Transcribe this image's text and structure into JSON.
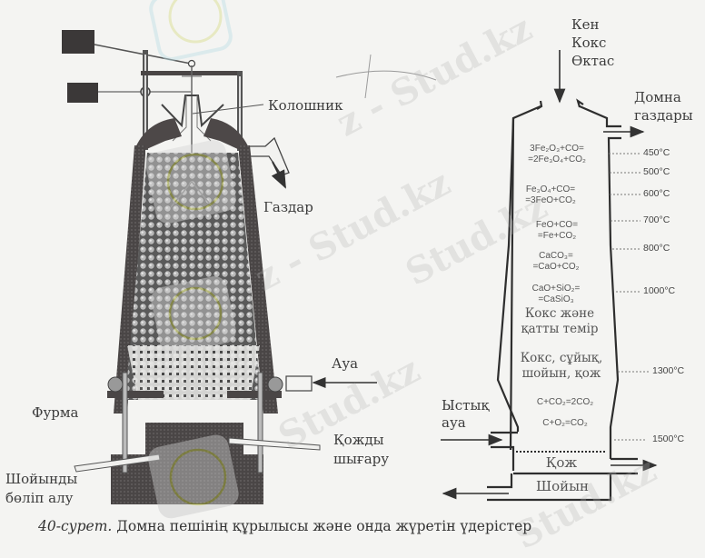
{
  "figure": {
    "caption_number": "40-сурет.",
    "caption_text": " Домна пешінің құрылысы және онда жүретін үдерістер"
  },
  "left_diagram": {
    "title": "Blast furnace construction",
    "labels": {
      "koloshnik": "Колошник",
      "gazdar": "Газдар",
      "aua": "Ауа",
      "furma": "Фурма",
      "kozhdy_line1": "Қожды",
      "kozhdy_line2": "шығару",
      "shoiyndy_line1": "Шойынды",
      "shoiyndy_line2": "бөліп алу"
    }
  },
  "right_diagram": {
    "input_labels": [
      "Кен",
      "Кокс",
      "Өктас"
    ],
    "gas_out_line1": "Домна",
    "gas_out_line2": "газдары",
    "hot_air_line1": "Ыстық",
    "hot_air_line2": "ауа",
    "reactions": [
      {
        "line1": "3Fe₂O₃+CO=",
        "line2": "=2Fe₃O₄+CO₂"
      },
      {
        "line1": "Fe₃O₄+CO=",
        "line2": "=3FeO+CO₂"
      },
      {
        "line1": "FeO+CO=",
        "line2": "=Fe+CO₂"
      },
      {
        "line1": "CaCO₃=",
        "line2": "=CaO+CO₂"
      },
      {
        "line1": "CaO+SiO₂=",
        "line2": "=CaSiO₃"
      }
    ],
    "zone_coke_solid_line1": "Кокс және",
    "zone_coke_solid_line2": "қатты темір",
    "zone_coke_liquid_line1": "Кокс, сұйық,",
    "zone_coke_liquid_line2": "шойын, қож",
    "reaction_c_co2": "C+CO₂=2CO₂",
    "reaction_c_o2": "C+O₂=CO₂",
    "slag_label": "Қож",
    "iron_label": "Шойын",
    "temperatures": [
      "450°C",
      "500°C",
      "600°C",
      "700°C",
      "800°C",
      "1000°C",
      "1300°C",
      "1500°C"
    ]
  },
  "watermark": {
    "text": "Stud.kz",
    "text_dash": "z - Stud.kz"
  }
}
